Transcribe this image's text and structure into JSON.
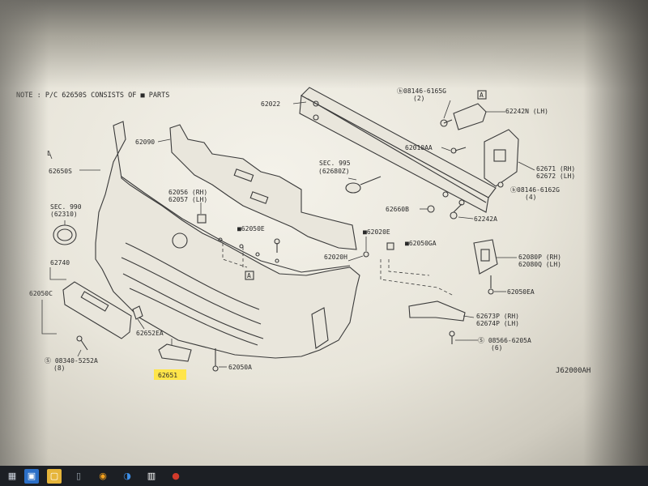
{
  "note": "NOTE : P/C 62650S CONSISTS OF ■ PARTS",
  "diagram_code": "J62000AH",
  "labels": {
    "p62022": "62022",
    "p62090": "62090",
    "p62650s": "62650S",
    "l_mark": "L",
    "sec990_a": "SEC. 990",
    "sec990_b": "(62310)",
    "p62740": "62740",
    "p62050c": "62050C",
    "p62652ea": "62652EA",
    "b08340_a": "Ⓢ 08340-5252A",
    "b08340_b": "(8)",
    "p62651": "62651",
    "p62050a": "62050A",
    "p62056": "62056 (RH)",
    "p62057": "62057 (LH)",
    "p62050e": "■62050E",
    "sec995_a": "SEC. 995",
    "sec995_b": "(62680Z)",
    "b08146_6165g_a": "ⓑ08146-6165G",
    "b08146_6165g_b": "(2)",
    "p62242n": "62242N (LH)",
    "p62010aa": "62010AA",
    "p62671": "62671 (RH)",
    "p62672": "62672 (LH)",
    "b08146_6162g_a": "ⓑ08146-6162G",
    "b08146_6162g_b": "(4)",
    "p62660b": "62660B",
    "p62242a": "62242A",
    "p62020e": "■62020E",
    "p62050ga": "■62050GA",
    "p62020h": "62020H",
    "p62080p": "62080P (RH)",
    "p62080q": "62080Q (LH)",
    "p62050ea": "62050EA",
    "p62673p": "62673P (RH)",
    "p62674p": "62674P (LH)",
    "b08566_a": "Ⓢ 08566-6205A",
    "b08566_b": "(6)",
    "ref_a1": "A",
    "ref_a2": "A"
  },
  "highlight_color": "#ffe54a",
  "taskbar": {
    "icons": [
      "windows-icon",
      "store-icon",
      "folder-icon",
      "task-view-icon",
      "chrome-icon",
      "edge-icon",
      "store2-icon",
      "nissan-icon"
    ]
  }
}
